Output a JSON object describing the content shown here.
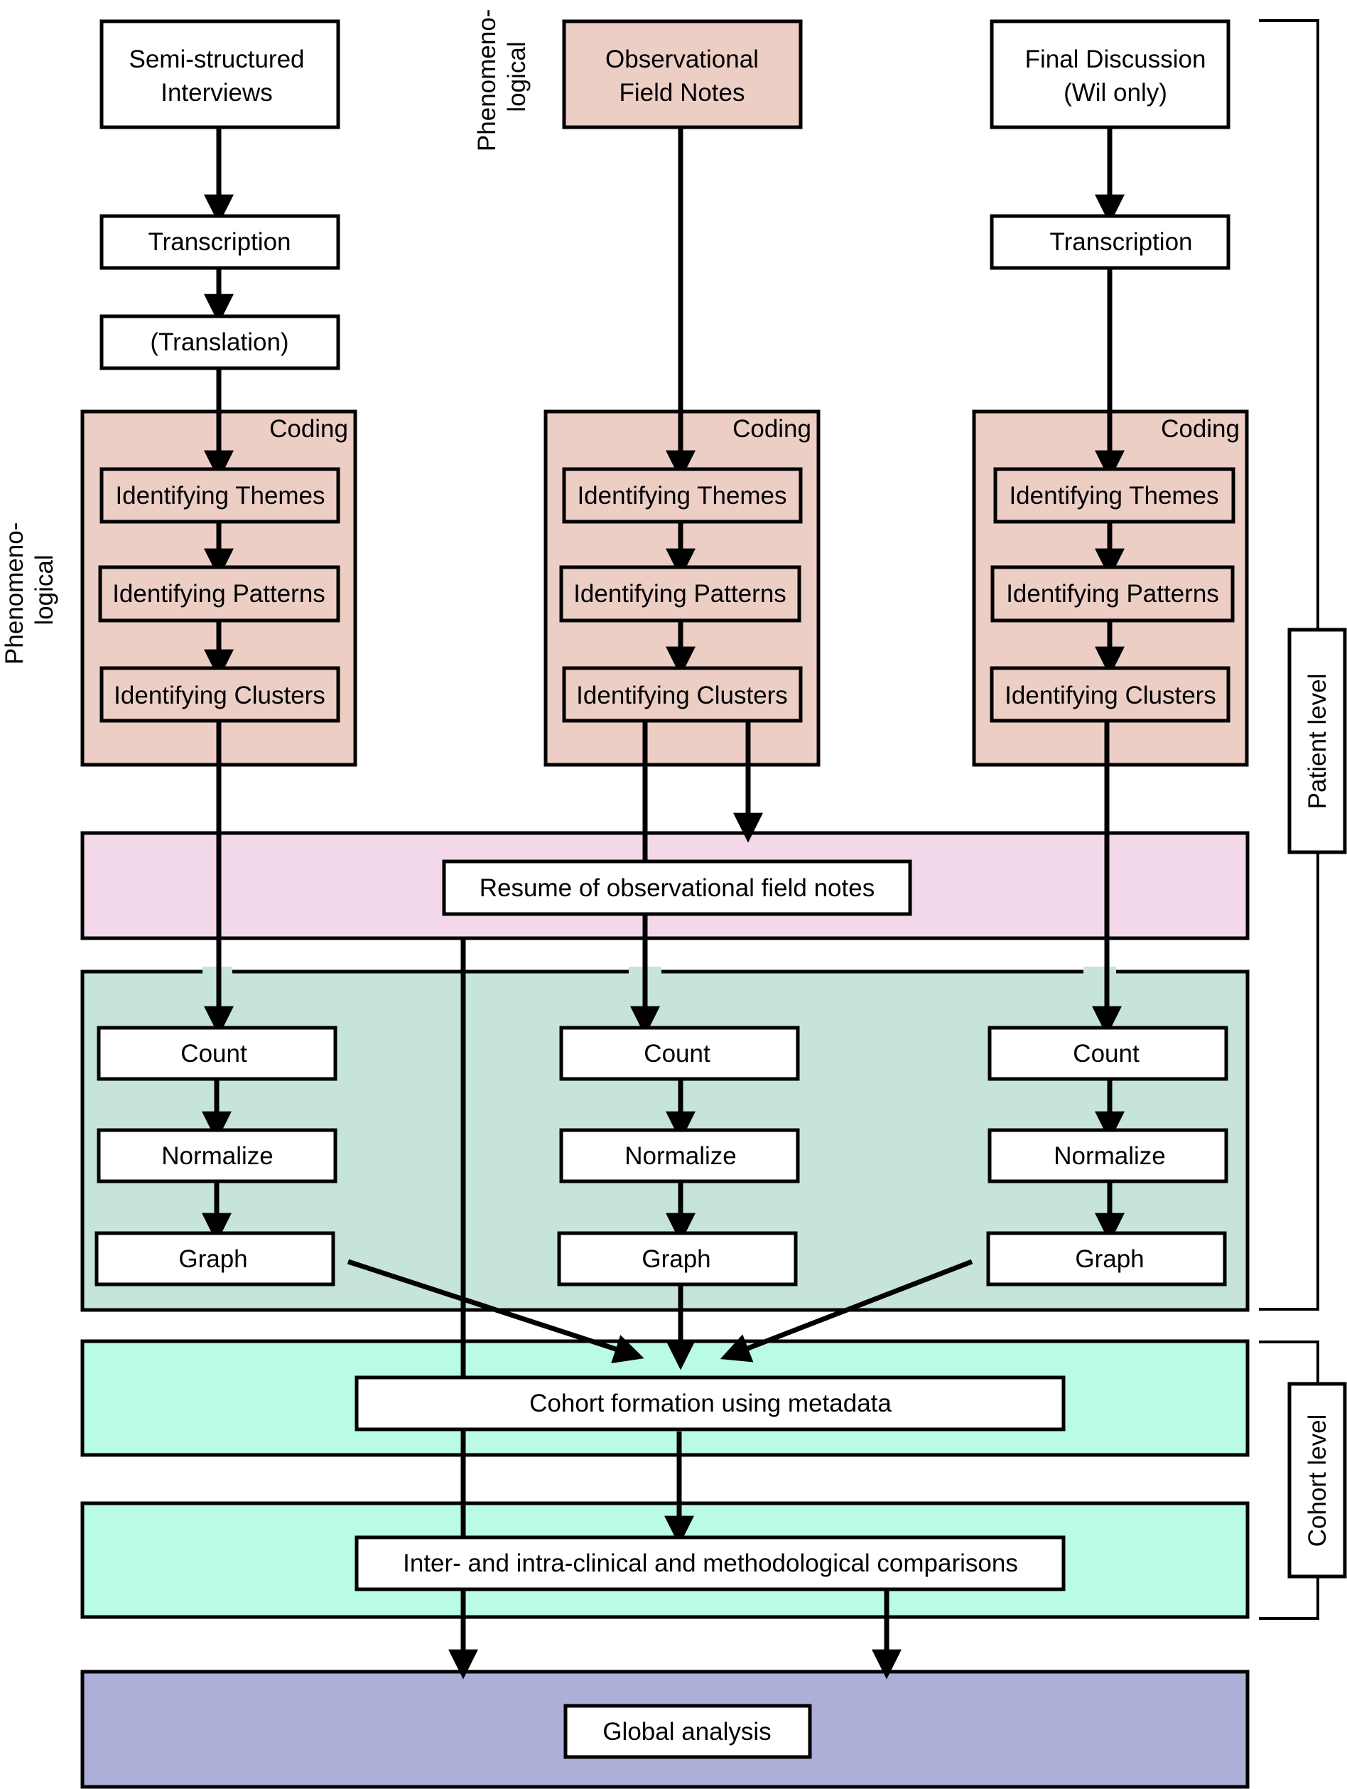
{
  "colors": {
    "coding": "#eccec5",
    "resume": "#f2d8e8",
    "quant": "#c6e4dc",
    "cohort": "#bafbe6",
    "global": "#adafd8",
    "box_fill": "#ffffff",
    "line": "#000000"
  },
  "side_labels": {
    "phenomeno_left": [
      "Phenomeno-",
      "logical"
    ],
    "phenomeno_top": [
      "Phenomeno-",
      "logical"
    ]
  },
  "columns": {
    "left": {
      "source": [
        "Semi-structured",
        "Interviews"
      ],
      "transcription": "Transcription",
      "translation": "(Translation)",
      "coding_title": "Coding",
      "themes": "Identifying Themes",
      "patterns": "Identifying Patterns",
      "clusters": "Identifying Clusters",
      "count": "Count",
      "normalize": "Normalize",
      "graph": "Graph"
    },
    "middle": {
      "source": [
        "Observational",
        "Field Notes"
      ],
      "coding_title": "Coding",
      "themes": "Identifying Themes",
      "patterns": "Identifying Patterns",
      "clusters": "Identifying Clusters",
      "count": "Count",
      "normalize": "Normalize",
      "graph": "Graph"
    },
    "right": {
      "source": [
        "Final Discussion",
        "(Wil only)"
      ],
      "transcription": "Transcription",
      "coding_title": "Coding",
      "themes": "Identifying Themes",
      "patterns": "Identifying Patterns",
      "clusters": "Identifying Clusters",
      "count": "Count",
      "normalize": "Normalize",
      "graph": "Graph"
    }
  },
  "resume": "Resume of observational field notes",
  "cohort_formation": "Cohort formation using metadata",
  "comparisons": "Inter- and intra-clinical and methodological comparisons",
  "global_analysis": "Global analysis",
  "levels": {
    "patient": "Patient level",
    "cohort": "Cohort level"
  }
}
